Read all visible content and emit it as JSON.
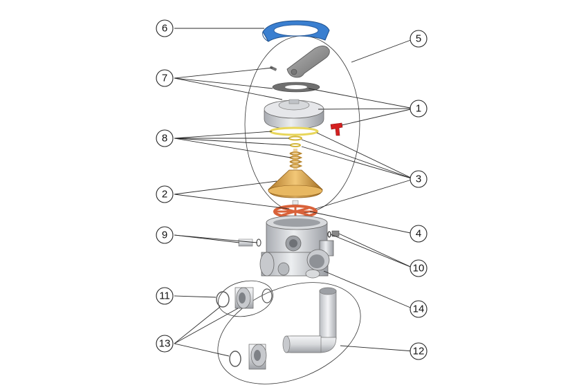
{
  "diagram": {
    "callouts": [
      {
        "id": "6",
        "label": "6"
      },
      {
        "id": "5",
        "label": "5"
      },
      {
        "id": "7",
        "label": "7"
      },
      {
        "id": "1",
        "label": "1"
      },
      {
        "id": "8",
        "label": "8"
      },
      {
        "id": "3",
        "label": "3"
      },
      {
        "id": "2",
        "label": "2"
      },
      {
        "id": "4",
        "label": "4"
      },
      {
        "id": "9",
        "label": "9"
      },
      {
        "id": "10",
        "label": "10"
      },
      {
        "id": "11",
        "label": "11"
      },
      {
        "id": "14",
        "label": "14"
      },
      {
        "id": "13",
        "label": "13"
      },
      {
        "id": "12",
        "label": "12"
      }
    ],
    "colors": {
      "lid_ring": "#3a7fd0",
      "handle": "#8e8e8e",
      "red_part": "#d42020",
      "cone": "#d9a54a",
      "star_gasket": "#d9623a",
      "yellow_oring": "#e8d65a",
      "spring": "#c89a40",
      "body": "#d0d2d6"
    }
  }
}
